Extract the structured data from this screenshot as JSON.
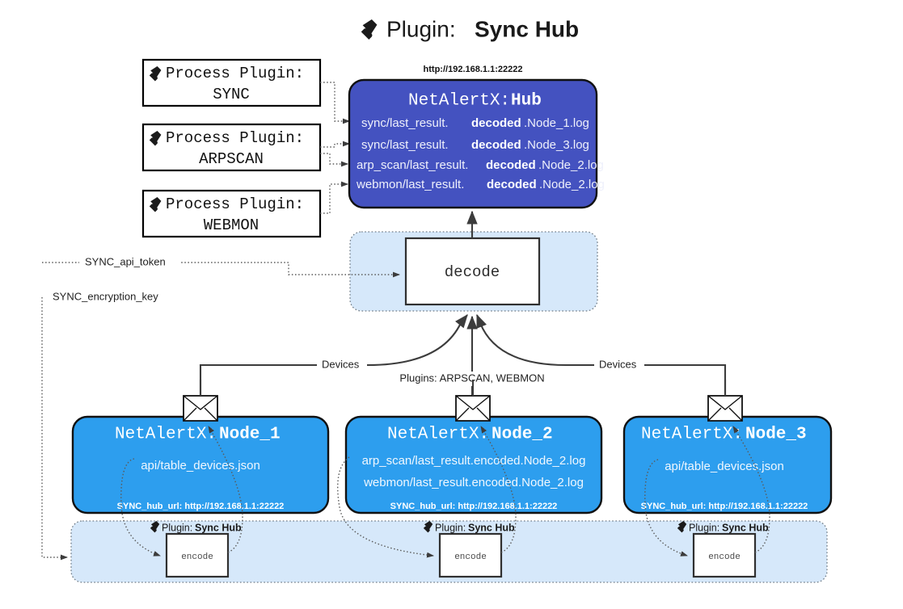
{
  "page": {
    "title_prefix": "Plugin:",
    "title_name": "Sync Hub",
    "title_icon": "plug-icon",
    "background": "#ffffff"
  },
  "colors": {
    "hub_fill": "#4452c0",
    "node_fill": "#2d9eee",
    "cluster_fill": "#d6e8fa",
    "cluster_stroke": "#6f7b86",
    "edge": "#3c3c3c",
    "box_fill": "#ffffff",
    "text_dark": "#111111",
    "text_light": "#ffffff"
  },
  "process_plugins": [
    {
      "icon": "plug-icon",
      "heading": "Process Plugin:",
      "name": "SYNC"
    },
    {
      "icon": "plug-icon",
      "heading": "Process Plugin:",
      "name": "ARPSCAN"
    },
    {
      "icon": "plug-icon",
      "heading": "Process Plugin:",
      "name": "WEBMON"
    }
  ],
  "hub": {
    "url": "http://192.168.1.1:22222",
    "app": "NetAlertX:",
    "name": "Hub",
    "logs": [
      {
        "prefix": "sync/last_result.",
        "emph": "decoded",
        "suffix": ".Node_1.log"
      },
      {
        "prefix": "sync/last_result.",
        "emph": "decoded",
        "suffix": ".Node_3.log"
      },
      {
        "prefix": "arp_scan/last_result.",
        "emph": "decoded",
        "suffix": ".Node_2.log"
      },
      {
        "prefix": "webmon/last_result.",
        "emph": "decoded",
        "suffix": ".Node_2.log"
      }
    ]
  },
  "decode": {
    "label": "decode"
  },
  "settings_edges": [
    {
      "label": "SYNC_api_token"
    },
    {
      "label": "SYNC_encryption_key"
    }
  ],
  "transfer_labels": {
    "left": "Devices",
    "center": "Plugins: ARPSCAN, WEBMON",
    "right": "Devices"
  },
  "nodes": [
    {
      "app": "NetAlertX:",
      "name": "Node_1",
      "icon": "envelope-icon",
      "lines": [
        "api/table_devices.json"
      ],
      "setting": "SYNC_hub_url: http://192.168.1.1:22222"
    },
    {
      "app": "NetAlertX:",
      "name": "Node_2",
      "icon": "envelope-icon",
      "lines": [
        "arp_scan/last_result.encoded.Node_2.log",
        "webmon/last_result.encoded.Node_2.log"
      ],
      "setting": "SYNC_hub_url: http://192.168.1.1:22222"
    },
    {
      "app": "NetAlertX:",
      "name": "Node_3",
      "icon": "envelope-icon",
      "lines": [
        "api/table_devices.json"
      ],
      "setting": "SYNC_hub_url: http://192.168.1.1:22222"
    }
  ],
  "encoders": [
    {
      "icon": "plug-icon",
      "prefix": "Plugin:",
      "name": "Sync Hub",
      "label": "encode"
    },
    {
      "icon": "plug-icon",
      "prefix": "Plugin:",
      "name": "Sync Hub",
      "label": "encode"
    },
    {
      "icon": "plug-icon",
      "prefix": "Plugin:",
      "name": "Sync Hub",
      "label": "encode"
    }
  ]
}
